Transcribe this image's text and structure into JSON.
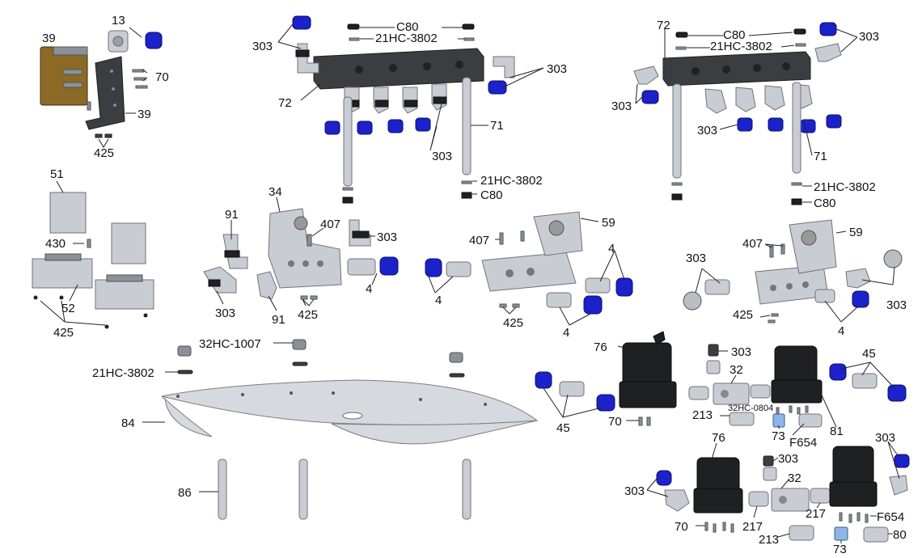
{
  "labels": {
    "l13": "13",
    "l39a": "39",
    "l39b": "39",
    "l70a": "70",
    "l425a": "425",
    "l303a": "303",
    "l72a": "72",
    "lC80a": "C80",
    "l21HCa": "21HC-3802",
    "l303b": "303",
    "l303c": "303",
    "l71a": "71",
    "l21HCb": "21HC-3802",
    "lC80b": "C80",
    "l72b": "72",
    "lC80c": "C80",
    "l21HCc": "21HC-3802",
    "l303d": "303",
    "l303e": "303",
    "l303f": "303",
    "l71b": "71",
    "l21HCd": "21HC-3802",
    "lC80d": "C80",
    "l51": "51",
    "l430": "430",
    "l52": "52",
    "l425b": "425",
    "l34": "34",
    "l91a": "91",
    "l407a": "407",
    "l303g": "303",
    "l4a": "4",
    "l303h": "303",
    "l91b": "91",
    "l425c": "425",
    "l59a": "59",
    "l407b": "407",
    "l4b": "4",
    "l4c": "4",
    "l4d": "4",
    "l425d": "425",
    "l59b": "59",
    "l407c": "407",
    "l303i": "303",
    "l303j": "303",
    "l425e": "425",
    "l4e": "4",
    "l32HC1007": "32HC-1007",
    "l21HCe": "21HC-3802",
    "l84": "84",
    "l86": "86",
    "l76a": "76",
    "l45a": "45",
    "l70b": "70",
    "l303k": "303",
    "l32a": "32",
    "l32HC0804": "32HC-0804",
    "l213a": "213",
    "l73a": "73",
    "lF654a": "F654",
    "l45b": "45",
    "l81": "81",
    "l76b": "76",
    "l303l": "303",
    "l32b": "32",
    "l303m": "303",
    "l303n": "303",
    "l70c": "70",
    "l217a": "217",
    "l217b": "217",
    "lF654b": "F654",
    "l213b": "213",
    "l73b": "73",
    "l80": "80"
  },
  "colors": {
    "cap_blue": "#1c22c9",
    "metal_grey": "#c9cdd3",
    "manifold_dark": "#3b3d40",
    "solenoid_black": "#1f2022",
    "coil_gold": "#8a6a25",
    "filter_blue": "#8fb5e6"
  }
}
